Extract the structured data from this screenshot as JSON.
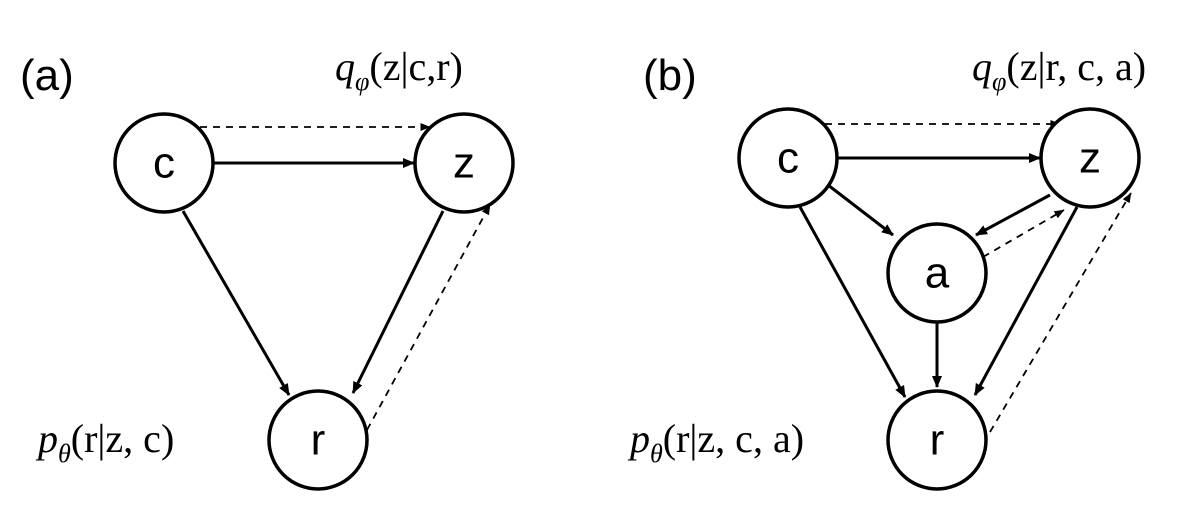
{
  "panels": [
    {
      "id": "a",
      "label": "(a)",
      "nodes": [
        {
          "id": "c",
          "label": "c"
        },
        {
          "id": "z",
          "label": "z"
        },
        {
          "id": "r",
          "label": "r"
        }
      ],
      "edges": [
        {
          "from": "c",
          "to": "z",
          "style": "solid"
        },
        {
          "from": "c",
          "to": "z",
          "style": "dashed"
        },
        {
          "from": "c",
          "to": "r",
          "style": "solid"
        },
        {
          "from": "z",
          "to": "r",
          "style": "solid"
        },
        {
          "from": "r",
          "to": "z",
          "style": "dashed"
        }
      ],
      "formulas": {
        "encoder": {
          "base": "q",
          "sub": "φ",
          "args": "(z|c,r)"
        },
        "decoder": {
          "base": "p",
          "sub": "θ",
          "args": "(r|z, c)"
        }
      }
    },
    {
      "id": "b",
      "label": "(b)",
      "nodes": [
        {
          "id": "c",
          "label": "c"
        },
        {
          "id": "z",
          "label": "z"
        },
        {
          "id": "a",
          "label": "a"
        },
        {
          "id": "r",
          "label": "r"
        }
      ],
      "edges": [
        {
          "from": "c",
          "to": "z",
          "style": "solid"
        },
        {
          "from": "c",
          "to": "z",
          "style": "dashed"
        },
        {
          "from": "c",
          "to": "a",
          "style": "solid"
        },
        {
          "from": "z",
          "to": "a",
          "style": "solid"
        },
        {
          "from": "a",
          "to": "z",
          "style": "dashed"
        },
        {
          "from": "c",
          "to": "r",
          "style": "solid"
        },
        {
          "from": "a",
          "to": "r",
          "style": "solid"
        },
        {
          "from": "z",
          "to": "r",
          "style": "solid"
        },
        {
          "from": "r",
          "to": "z",
          "style": "dashed"
        }
      ],
      "formulas": {
        "encoder": {
          "base": "q",
          "sub": "φ",
          "args": "(z|r, c, a)"
        },
        "decoder": {
          "base": "p",
          "sub": "θ",
          "args": "(r|z, c, a)"
        }
      }
    }
  ]
}
